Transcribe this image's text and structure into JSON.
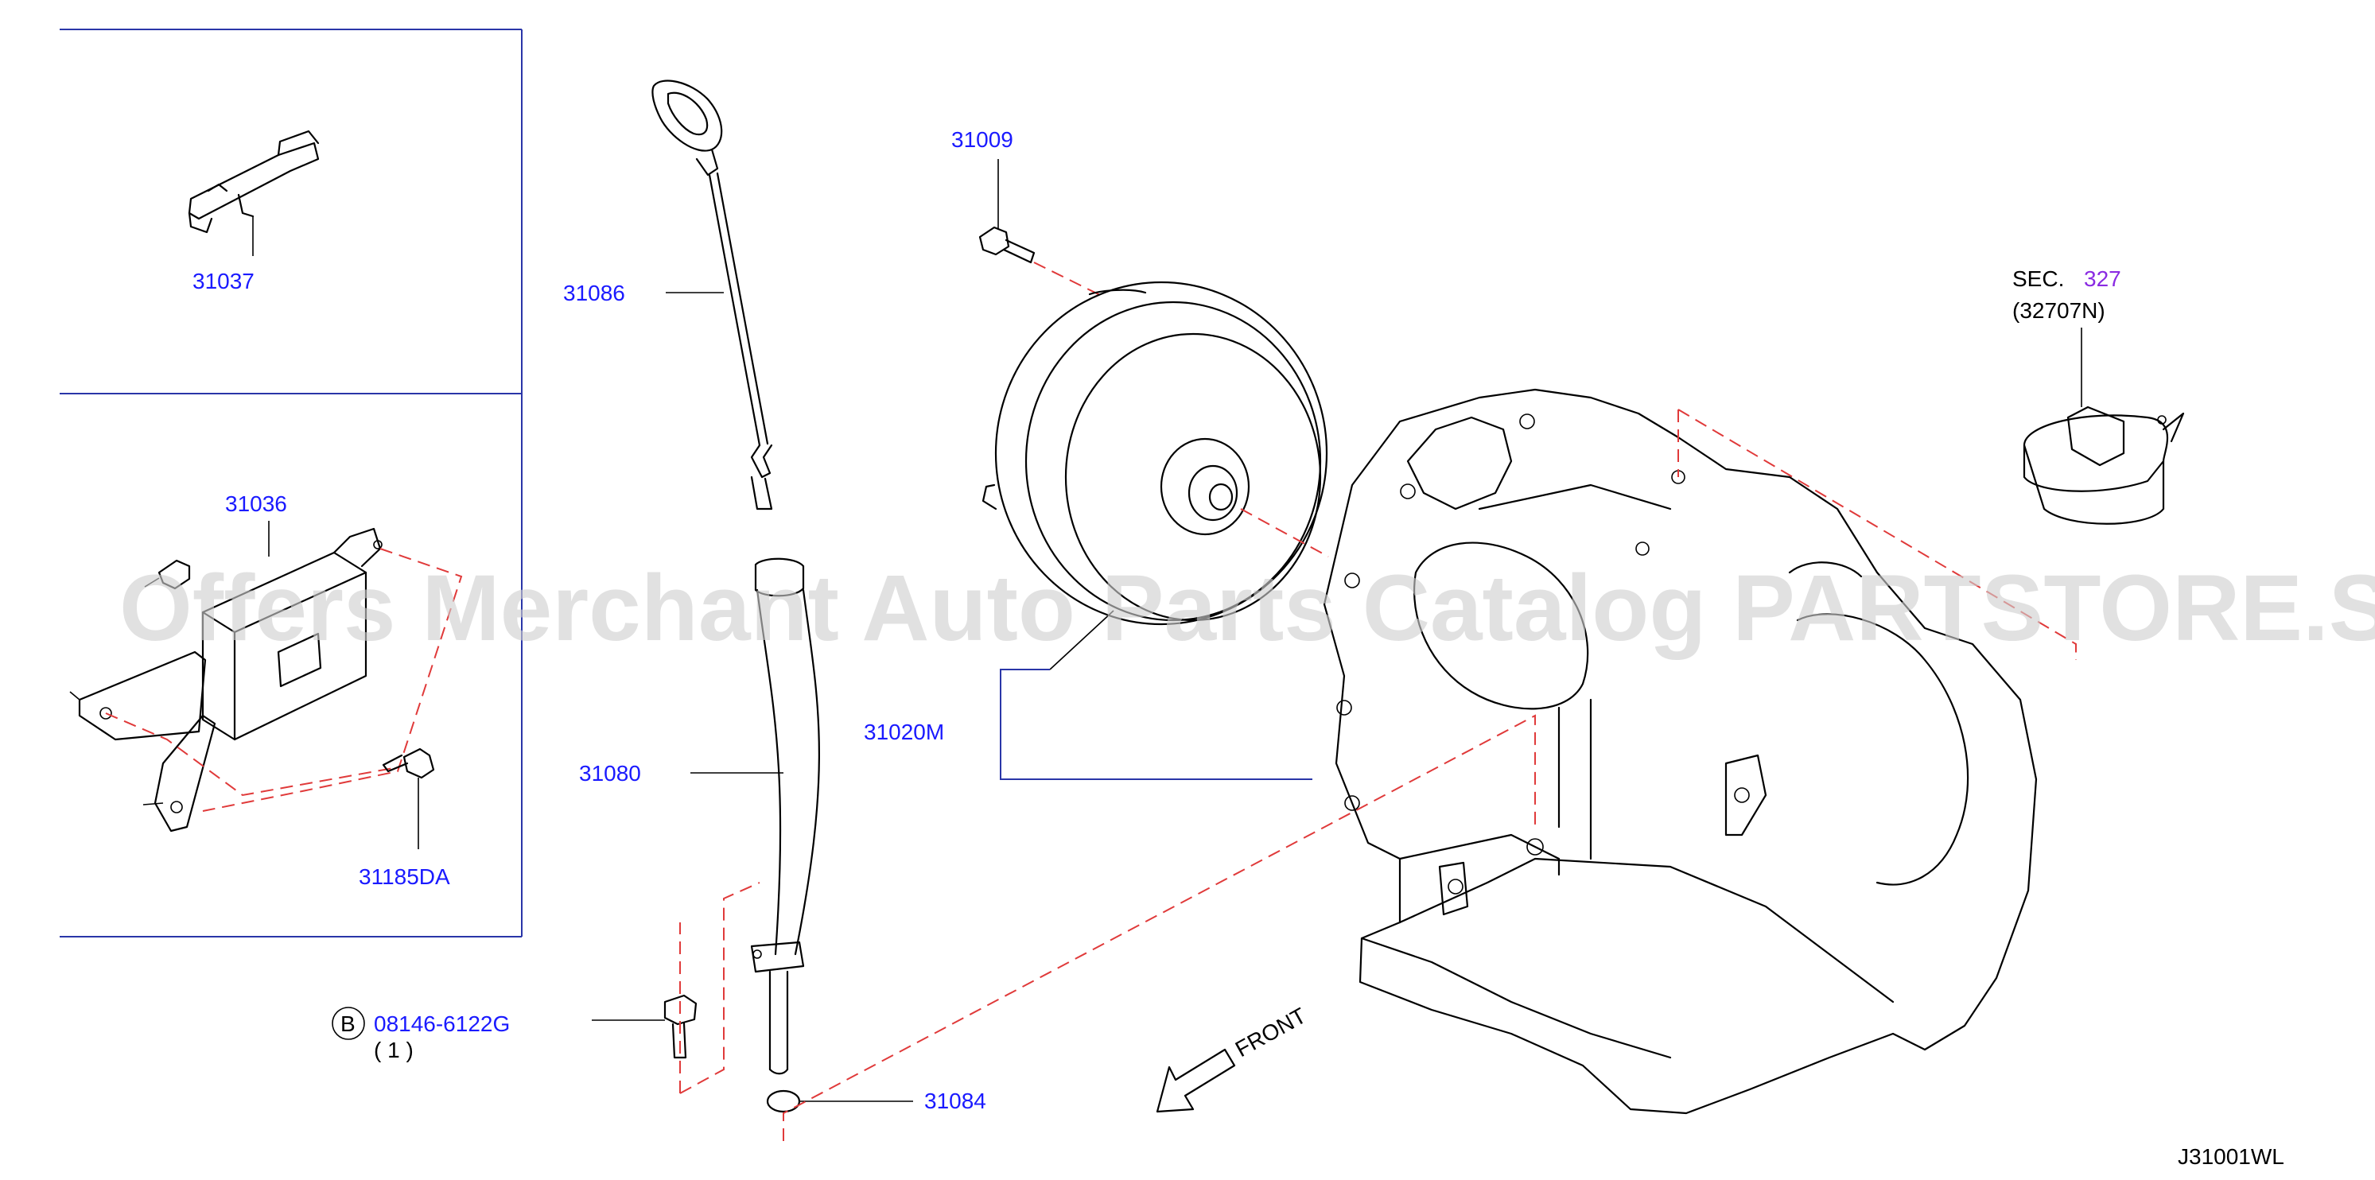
{
  "colors": {
    "part_label": "#1a1aff",
    "section_link": "#8a2be2",
    "guide_line": "#e03a3a",
    "frame": "#2a36a8",
    "text": "#000000",
    "watermark": "#cfcfcf"
  },
  "labels": {
    "p31037": "31037",
    "p31086": "31086",
    "p31036": "31036",
    "p31185da": "31185DA",
    "p31080": "31080",
    "p31009": "31009",
    "p31020m": "31020M",
    "p31084": "31084",
    "b_bolt": "08146-6122G",
    "b_qty": "( 1   )",
    "b_marker": "B",
    "sec_prefix": "SEC.",
    "sec_number": "327",
    "sec_part": "(32707N)",
    "front": "FRONT",
    "diagram_code": "J31001WL"
  },
  "watermark": "Offers Merchant Auto Parts Catalog PARTSTORE.SA"
}
